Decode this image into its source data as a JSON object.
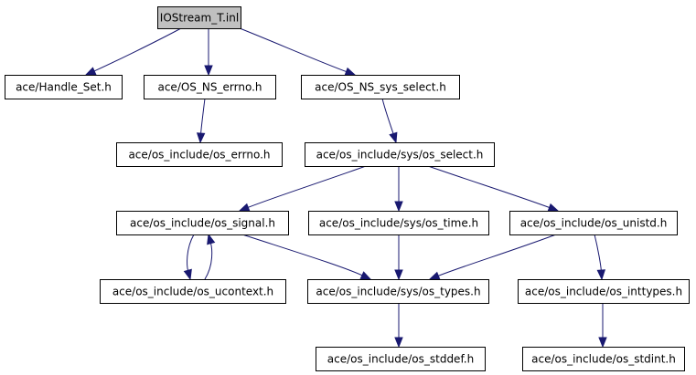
{
  "colors": {
    "edge": "#191970",
    "root_fill": "#c0c0c0",
    "node_fill": "#ffffff",
    "node_border": "#000000"
  },
  "nodes": [
    {
      "id": "iostream",
      "label": "IOStream_T.inl",
      "root": true
    },
    {
      "id": "handle_set",
      "label": "ace/Handle_Set.h"
    },
    {
      "id": "os_ns_errno",
      "label": "ace/OS_NS_errno.h"
    },
    {
      "id": "os_ns_sys_select",
      "label": "ace/OS_NS_sys_select.h"
    },
    {
      "id": "os_errno",
      "label": "ace/os_include/os_errno.h"
    },
    {
      "id": "sys_os_select",
      "label": "ace/os_include/sys/os_select.h"
    },
    {
      "id": "os_signal",
      "label": "ace/os_include/os_signal.h"
    },
    {
      "id": "sys_os_time",
      "label": "ace/os_include/sys/os_time.h"
    },
    {
      "id": "os_unistd",
      "label": "ace/os_include/os_unistd.h"
    },
    {
      "id": "os_ucontext",
      "label": "ace/os_include/os_ucontext.h"
    },
    {
      "id": "sys_os_types",
      "label": "ace/os_include/sys/os_types.h"
    },
    {
      "id": "os_inttypes",
      "label": "ace/os_include/os_inttypes.h"
    },
    {
      "id": "os_stddef",
      "label": "ace/os_include/os_stddef.h"
    },
    {
      "id": "os_stdint",
      "label": "ace/os_include/os_stdint.h"
    }
  ],
  "edges": [
    {
      "from": "iostream",
      "to": "handle_set"
    },
    {
      "from": "iostream",
      "to": "os_ns_errno"
    },
    {
      "from": "iostream",
      "to": "os_ns_sys_select"
    },
    {
      "from": "os_ns_errno",
      "to": "os_errno"
    },
    {
      "from": "os_ns_sys_select",
      "to": "sys_os_select"
    },
    {
      "from": "sys_os_select",
      "to": "os_signal"
    },
    {
      "from": "sys_os_select",
      "to": "sys_os_time"
    },
    {
      "from": "sys_os_select",
      "to": "os_unistd"
    },
    {
      "from": "os_signal",
      "to": "os_ucontext"
    },
    {
      "from": "os_ucontext",
      "to": "os_signal"
    },
    {
      "from": "os_signal",
      "to": "sys_os_types"
    },
    {
      "from": "sys_os_time",
      "to": "sys_os_types"
    },
    {
      "from": "os_unistd",
      "to": "sys_os_types"
    },
    {
      "from": "os_unistd",
      "to": "os_inttypes"
    },
    {
      "from": "sys_os_types",
      "to": "os_stddef"
    },
    {
      "from": "os_inttypes",
      "to": "os_stdint"
    }
  ]
}
